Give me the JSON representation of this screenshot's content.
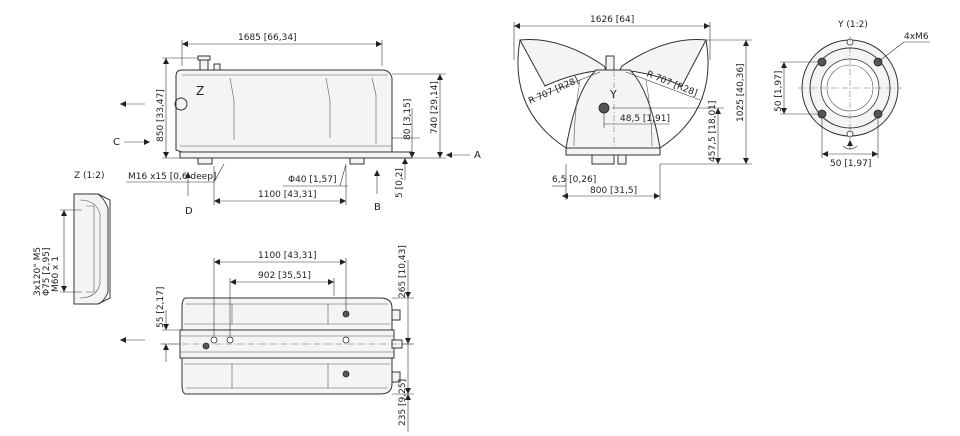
{
  "front_view": {
    "width_dim": "1685 [66,34]",
    "height_dim": "850 [33,47]",
    "label_z": "Z",
    "dim_80": "80 [3,15]",
    "dim_740": "740 [29,14]",
    "dim_5": "5 [0,2]",
    "dim_1100": "1100 [43,31]",
    "thread": "M16 x15 [0,6 deep]",
    "dia40": "Φ40 [1,57]",
    "label_a": "A",
    "label_b": "B",
    "label_c": "C",
    "label_d": "D"
  },
  "side_view": {
    "width_dim": "1626 [64]",
    "radius_left": "R 707 [R28]",
    "radius_right": "R 707 [R28]",
    "label_y": "Y",
    "dim_48": "48,5 [1,91]",
    "dim_4575": "457,5 [18,01]",
    "dim_1025": "1025 [40,36]",
    "dim_65": "6,5 [0,26]",
    "dim_800": "800 [31,5]"
  },
  "detail_y": {
    "title": "Y (1:2)",
    "holes": "4xM6",
    "dim_v": "50 [1,97]",
    "dim_h": "50 [1,97]"
  },
  "detail_z": {
    "title": "Z (1:2)",
    "callout_1": "3x120° M5",
    "callout_2": "Φ75 [2,95]",
    "callout_3": "M60 x 1"
  },
  "top_view": {
    "dim_1100": "1100 [43,31]",
    "dim_902": "902 [35,51]",
    "dim_55": "55 [2,17]",
    "dim_265": "265 [10,43]",
    "dim_235": "235 [9,25]"
  }
}
